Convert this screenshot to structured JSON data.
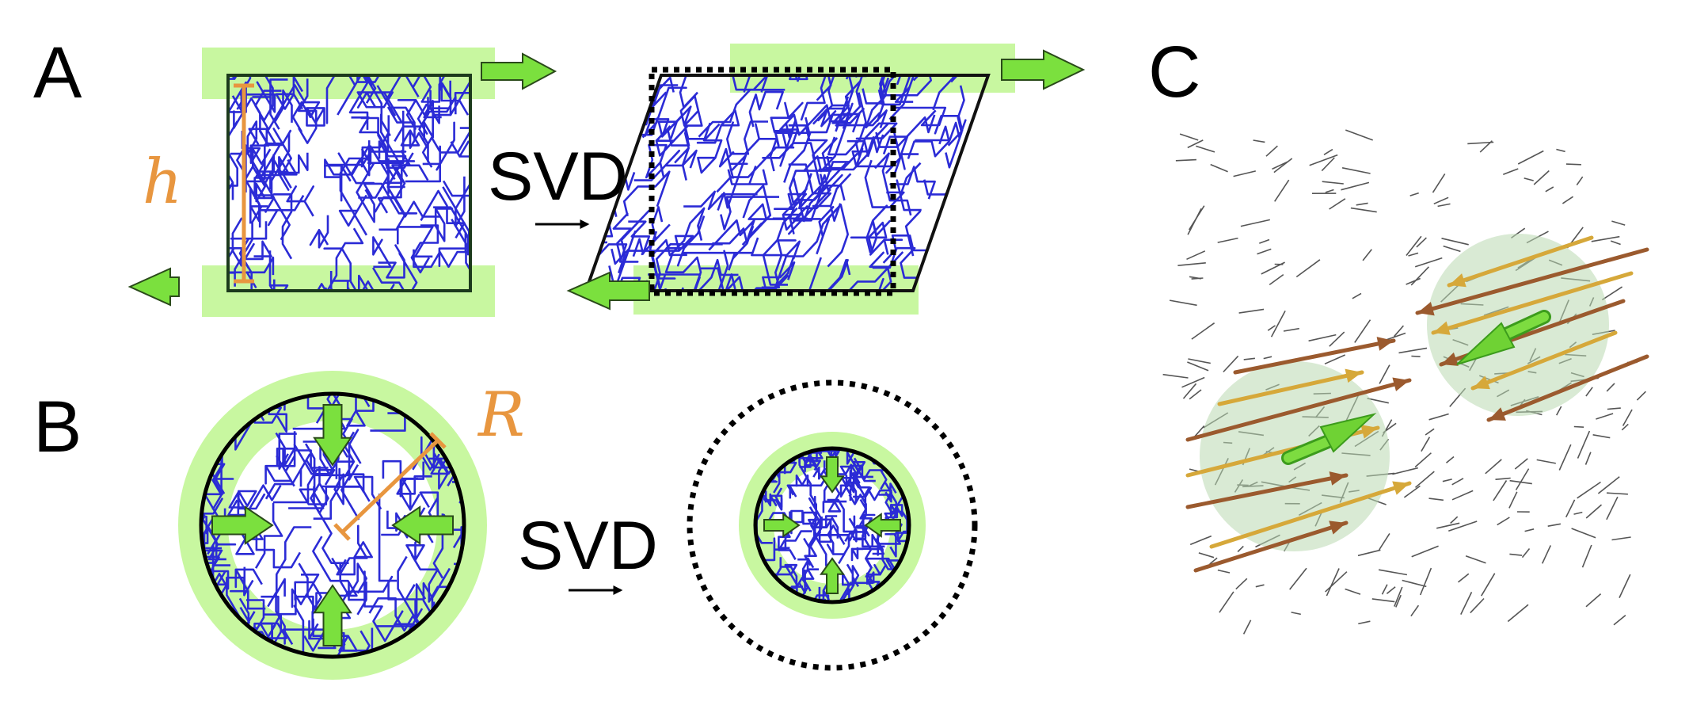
{
  "panels": {
    "a": {
      "letter": "A",
      "height_symbol": "h",
      "operation": "SVD"
    },
    "b": {
      "letter": "B",
      "radius_symbol": "R",
      "operation": "SVD"
    },
    "c": {
      "letter": "C"
    }
  },
  "colors": {
    "network": "#2b2bd6",
    "plate": "#c8f7a0",
    "green_arrow": "#7be03e",
    "measure": "#e8963f",
    "outline": "#000000"
  }
}
